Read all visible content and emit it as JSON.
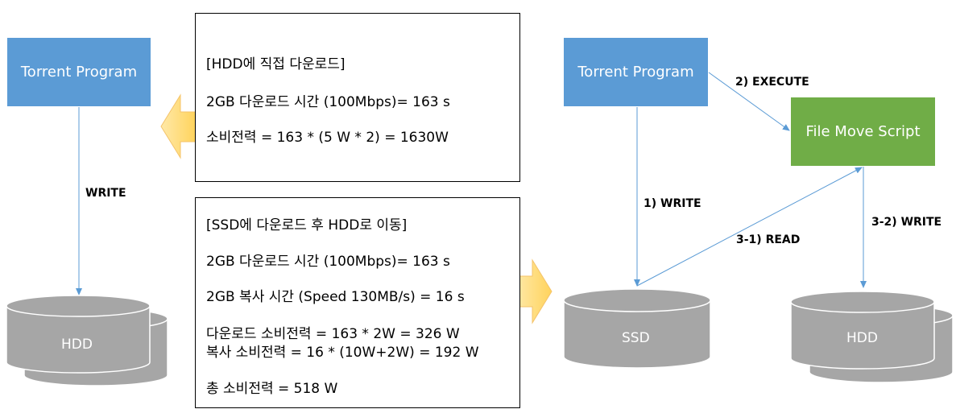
{
  "left": {
    "torrent_program": "Torrent Program",
    "write_label": "WRITE",
    "hdd_label": "HDD"
  },
  "right": {
    "torrent_program": "Torrent Program",
    "file_move_script": "File Move Script",
    "execute_label": "2) EXECUTE",
    "write_label": "1) WRITE",
    "read_label": "3-1) READ",
    "write2_label": "3-2) WRITE",
    "ssd_label": "SSD",
    "hdd_label": "HDD"
  },
  "box_direct": {
    "title": "[HDD에 직접 다운로드]",
    "line1": "2GB 다운로드 시간 (100Mbps)= 163 s",
    "line2": "소비전력 = 163 * (5 W * 2) = 1630W"
  },
  "box_ssd": {
    "title": "[SSD에 다운로드 후 HDD로 이동]",
    "line1": "2GB 다운로드 시간 (100Mbps)= 163 s",
    "line2": "2GB 복사 시간 (Speed 130MB/s) = 16 s",
    "line3": "다운로드 소비전력 = 163 * 2W = 326 W",
    "line4": "복사 소비전력 = 16 * (10W+2W) = 192 W",
    "line5": "총 소비전력 = 518 W"
  },
  "colors": {
    "blue": "#5b9bd5",
    "green": "#70ad47",
    "gray": "#a6a6a6",
    "arrow_fill": "#ffd966",
    "line": "#5b9bd5"
  }
}
